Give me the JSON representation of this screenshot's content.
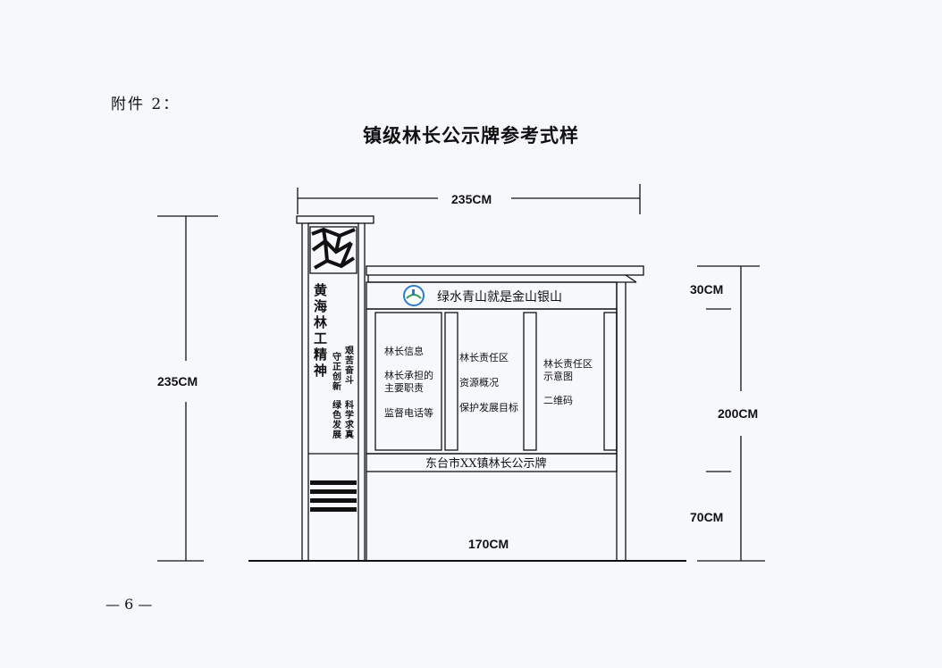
{
  "doc": {
    "attachment_label": "附件 2：",
    "title": "镇级林长公示牌参考式样",
    "page_number": "— 6 —"
  },
  "diagram": {
    "dimensions": {
      "total_width": "235CM",
      "total_height": "235CM",
      "top_section": "30CM",
      "board_height": "200CM",
      "bottom_section": "70CM",
      "board_width": "170CM"
    },
    "pillar": {
      "main_text": [
        "黄",
        "海",
        "林",
        "工",
        "精",
        "神"
      ],
      "col1": [
        "守",
        "正",
        "创",
        "新"
      ],
      "col1b": [
        "绿",
        "色",
        "发",
        "展"
      ],
      "col2": [
        "艰",
        "苦",
        "奋",
        "斗"
      ],
      "col2b": [
        "科",
        "学",
        "求",
        "真"
      ]
    },
    "banner": "绿水青山就是金山银山",
    "panels": [
      {
        "lines": [
          "林长信息",
          "",
          "林长承担的",
          "主要职责",
          "",
          "监督电话等"
        ]
      },
      {
        "lines": [
          "林长责任区",
          "",
          "资源概况",
          "",
          "保护发展目标"
        ]
      },
      {
        "lines": [
          "林长责任区",
          "示意图",
          "",
          "二维码"
        ]
      }
    ],
    "footer": "东台市XX镇林长公示牌"
  }
}
